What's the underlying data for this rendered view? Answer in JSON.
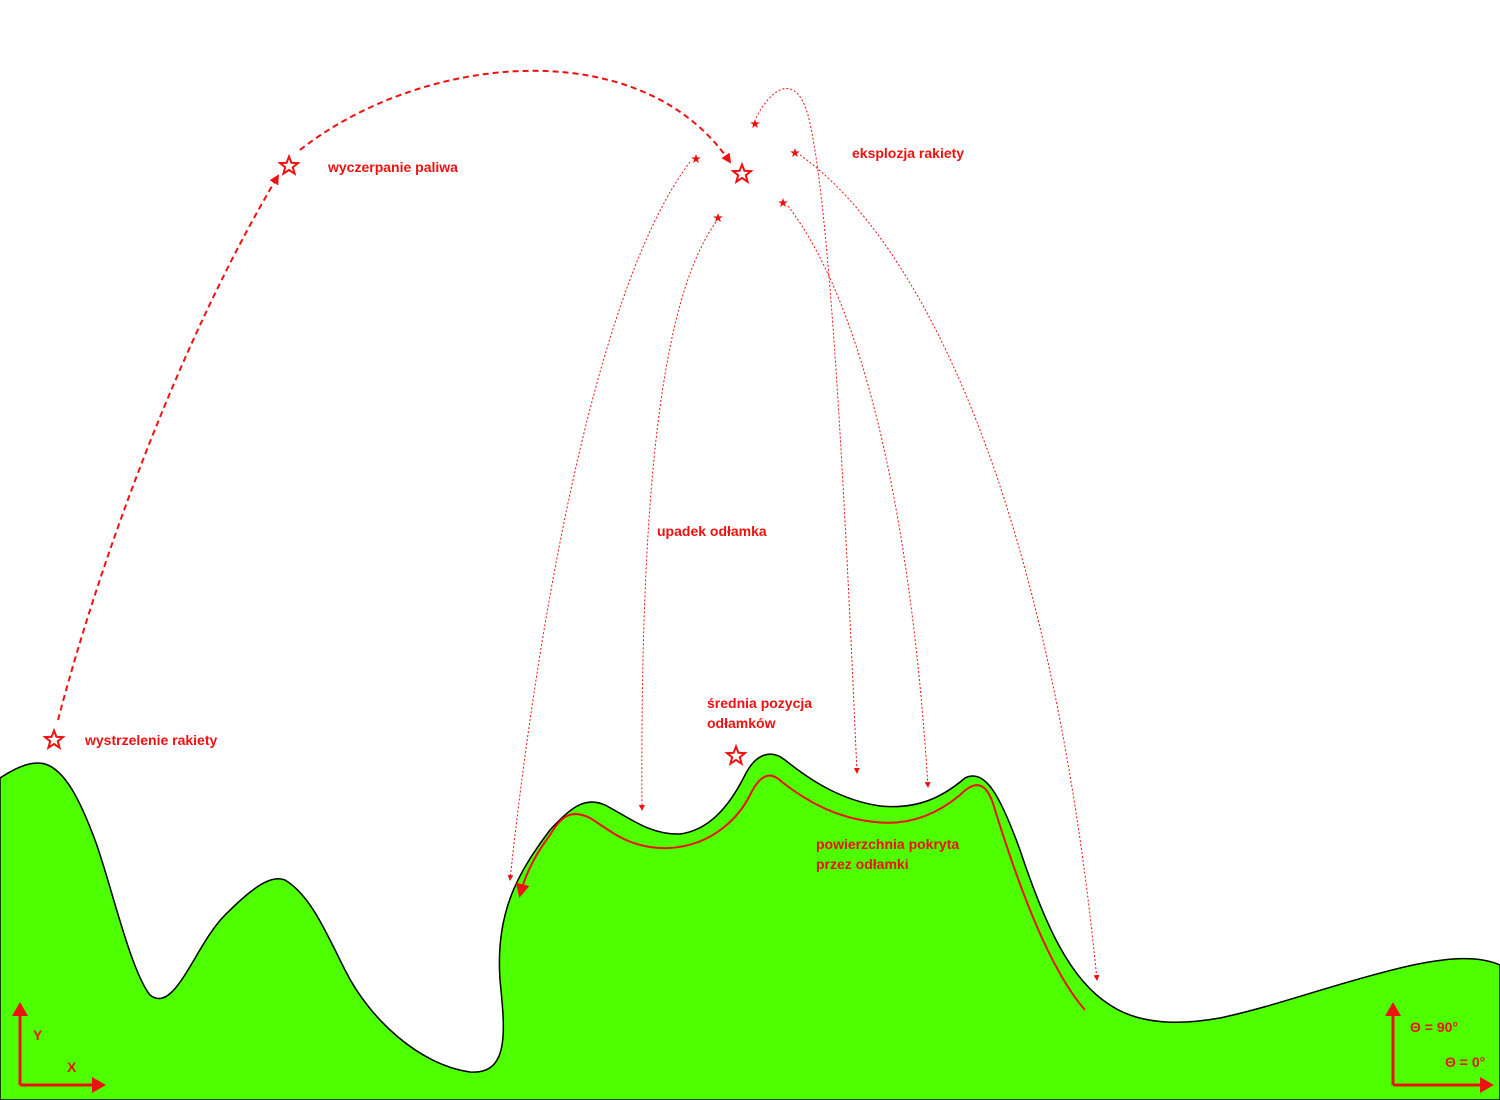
{
  "labels": {
    "launch": "wystrzelenie rakiety",
    "burnout": "wyczerpanie paliwa",
    "explosion": "eksplozja rakiety",
    "fragment_fall": "upadek odłamka",
    "mean_pos_1": "średnia pozycja",
    "mean_pos_2": "odłamków",
    "coverage_1": "powierzchnia pokryta",
    "coverage_2": "przez odłamki"
  },
  "axes_left": {
    "y": "Y",
    "x": "X"
  },
  "axes_right": {
    "up": "Θ = 90°",
    "right": "Θ = 0°"
  },
  "colors": {
    "terrain": "#4dff00",
    "outline": "#000000",
    "accent": "#ee1111",
    "background": "#ffffff"
  },
  "icons": [
    "star-outline-icon",
    "star-solid-icon",
    "arrow-icon"
  ]
}
